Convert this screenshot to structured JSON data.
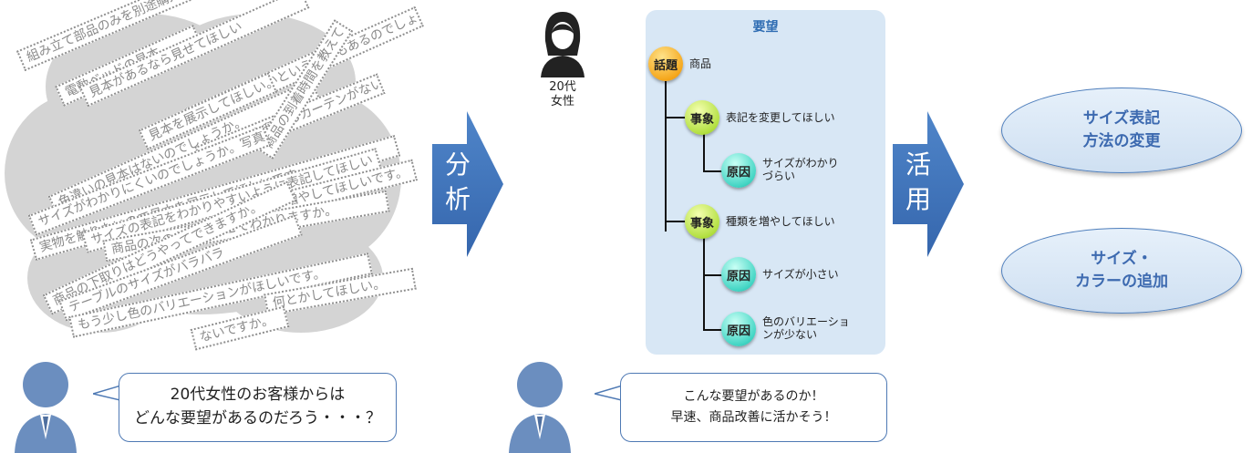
{
  "voices": [
    "電動ベッドの見本",
    "見本があるなら見せてほしい",
    "組み立て部品のみを別途購入することはできますか。",
    "展示していないという場合もあるのでしょうか。",
    "色違いの見本はないのでしょうか。",
    "気に入った種類のカーテンがない",
    "見本を展示してほしい。",
    "商品の到着時間を教えてください。",
    "サイズがわかりにくいのでしょうか。写真",
    "実物を触りたいので見本を展示してほしいです。",
    "サイズの表記をわかりやすいように表記してほしい",
    "種類を増やしてほしいです。",
    "商品の次の入荷はどこでわかりますか。",
    "商品の下取りはどうやってできますか。",
    "テーブルのサイズがバラバラ",
    "もう少し色のバリエーションがほしいです。",
    "何とかしてほしい。",
    "ないですか。"
  ],
  "left_bubble": {
    "lines": [
      "20代女性のお客様からは",
      "どんな要望があるのだろう・・・？"
    ]
  },
  "arrow_analyze": {
    "chars": [
      "分",
      "析"
    ]
  },
  "arrow_use": {
    "chars": [
      "活",
      "用"
    ]
  },
  "person": {
    "age": "20代",
    "gender": "女性"
  },
  "tree": {
    "title": "要望",
    "topic": {
      "tag": "話題",
      "text": "商品"
    },
    "events": [
      {
        "tag": "事象",
        "text": "表記を変更してほしい",
        "causes": [
          {
            "tag": "原因",
            "lines": [
              "サイズがわかり",
              "づらい"
            ]
          }
        ]
      },
      {
        "tag": "事象",
        "text": "種類を増やしてほしい",
        "causes": [
          {
            "tag": "原因",
            "lines": [
              "サイズが小さい"
            ]
          },
          {
            "tag": "原因",
            "lines": [
              "色のバリエーショ",
              "ンが少ない"
            ]
          }
        ]
      }
    ]
  },
  "center_bubble": {
    "lines": [
      "こんな要望があるのか！",
      "早速、商品改善に活かそう！"
    ]
  },
  "results": [
    {
      "text": "サイズ表記\n方法の変更"
    },
    {
      "text": "サイズ・\nカラーの追加"
    }
  ],
  "colors": {
    "accent": "#2f6db3",
    "person": "#6b8ebf",
    "arrow": "#3f74bb"
  }
}
